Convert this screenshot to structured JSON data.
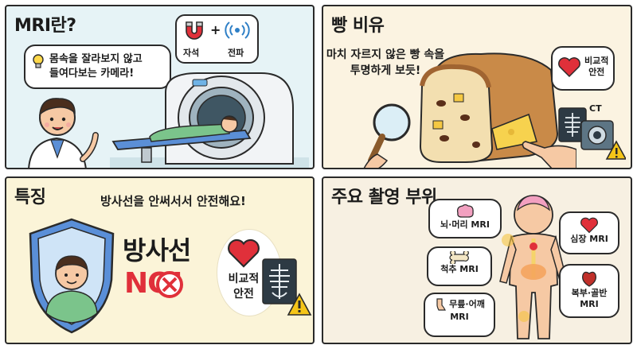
{
  "panel1": {
    "title": "MRI란?",
    "speech_line1": "몸속을 잘라보지 않고",
    "speech_line2": "들여다보는 카메라!",
    "plus": "+",
    "magnet_label": "자석",
    "wave_label": "전파"
  },
  "panel2": {
    "title": "빵 비유",
    "caption_line1": "마치 자르지 않은 빵 속을",
    "caption_line2": "투명하게 보듯!",
    "mri_badge_line1": "비교적",
    "mri_badge_line2": "안전",
    "ct_label": "CT"
  },
  "panel3": {
    "title": "특징",
    "caption": "방사선을 안써서서 안전해요!",
    "big_text_line1": "방사선",
    "big_text_no": "NO!",
    "safe_line1": "비교적",
    "safe_line2": "안전"
  },
  "panel4": {
    "title": "주요 촬영 부위",
    "labels": {
      "brain": "뇌·머리 MRI",
      "heart": "심장 MRI",
      "spine": "척추 MRI",
      "abdomen_line1": "복부·골반",
      "abdomen_line2": "MRI",
      "joint_line1": "무릎·어깨",
      "joint_line2": "MRI"
    }
  },
  "colors": {
    "heart_red": "#e0303a",
    "warning_yellow": "#f5c518",
    "shield_blue": "#5a8fd8",
    "panel1_bg": "#e6f3f6",
    "panel2_bg": "#fbf3e1",
    "panel3_bg": "#fbf4d8",
    "panel4_bg": "#f7f0e2"
  }
}
